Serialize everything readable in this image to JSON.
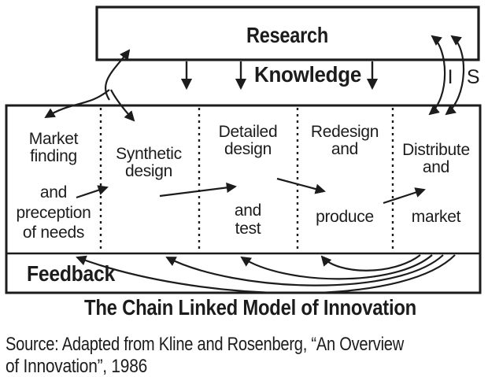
{
  "colors": {
    "ink": "#1c1c1c",
    "background": "#ffffff"
  },
  "diagram": {
    "research": {
      "label": "Research"
    },
    "knowledge": {
      "label": "Knowledge"
    },
    "links": {
      "i_label": "I",
      "s_label": "S"
    },
    "columns": [
      {
        "top": [
          "Market",
          "finding"
        ],
        "bottom": [
          "and",
          "preception",
          "of needs"
        ]
      },
      {
        "top": [
          "Synthetic",
          "design"
        ],
        "bottom": []
      },
      {
        "top": [
          "Detailed",
          "design"
        ],
        "bottom": [
          "and",
          "test"
        ]
      },
      {
        "top": [
          "Redesign",
          "and"
        ],
        "bottom": [
          "produce"
        ]
      },
      {
        "top": [
          "Distribute",
          "and"
        ],
        "bottom": [
          "market"
        ]
      }
    ],
    "feedback": {
      "label": "Feedback"
    }
  },
  "caption": "The Chain Linked Model of Innovation",
  "source": {
    "line1": "Source: Adapted from Kline and Rosenberg, “An Overview",
    "line2": "of Innovation”, 1986"
  }
}
